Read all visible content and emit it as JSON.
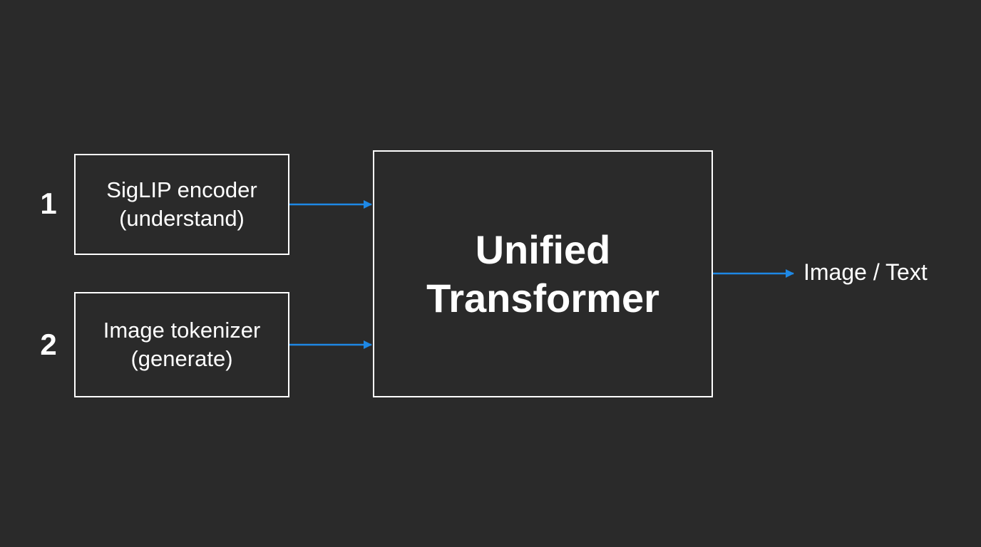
{
  "inputs": [
    {
      "number": "1",
      "line1": "SigLIP encoder",
      "line2": "(understand)"
    },
    {
      "number": "2",
      "line1": "Image tokenizer",
      "line2": "(generate)"
    }
  ],
  "core": {
    "line1": "Unified",
    "line2": "Transformer"
  },
  "output": {
    "label": "Image / Text"
  },
  "colors": {
    "background": "#2a2a2a",
    "box_border": "#ffffff",
    "arrow": "#1e88e5",
    "text": "#ffffff"
  }
}
